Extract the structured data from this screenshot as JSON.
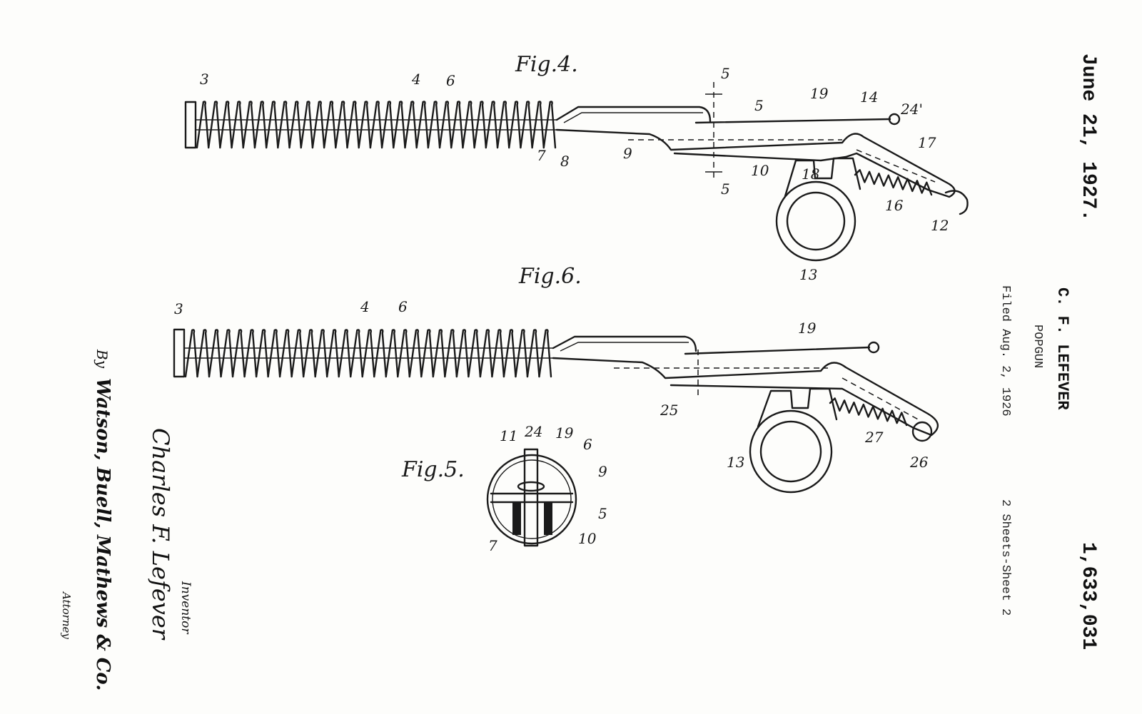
{
  "header": {
    "date": "June 21, 1927.",
    "inventor_short": "C. F. LEFEVER",
    "title": "POPGUN",
    "filed": "Filed Aug. 2, 1926",
    "sheets": "2 Sheets-Sheet 2",
    "patent_number": "1,633,031"
  },
  "signature": {
    "inventor_name": "Charles F. Lefever",
    "inventor_caption": "Inventor",
    "by": "By",
    "attorney_signature": "Watson, Buell, Mathews & Co.",
    "attorney_caption": "Attorney"
  },
  "figures": {
    "fig4": {
      "title": "Fig.4.",
      "labels": [
        "3",
        "4",
        "6",
        "5",
        "19",
        "14",
        "24'",
        "5",
        "7",
        "8",
        "9",
        "10",
        "18",
        "17",
        "16",
        "12",
        "13",
        "5"
      ]
    },
    "fig6": {
      "title": "Fig.6.",
      "labels": [
        "3",
        "4",
        "6",
        "19",
        "25",
        "27",
        "26",
        "13"
      ]
    },
    "fig5": {
      "title": "Fig.5.",
      "labels": [
        "11",
        "24",
        "19",
        "6",
        "9",
        "5",
        "7",
        "10"
      ]
    }
  }
}
